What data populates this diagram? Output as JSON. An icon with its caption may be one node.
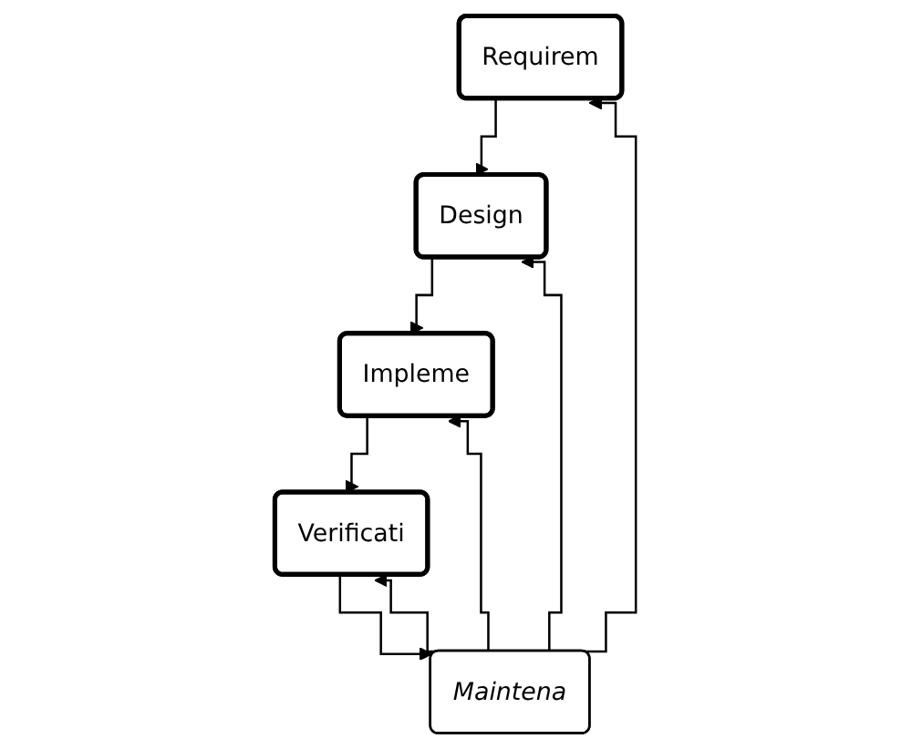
{
  "diagram": {
    "nodes": [
      {
        "text": [
          "Requirem"
        ]
      },
      {
        "text": [
          "Design"
        ]
      },
      {
        "text": [
          "Impleme"
        ]
      },
      {
        "text": [
          "Verificati"
        ]
      },
      {
        "text": [
          "Maintena"
        ]
      }
    ],
    "edges": [
      {
        "from": 0,
        "to": 1,
        "arrow": "to"
      },
      {
        "from": 1,
        "to": 2,
        "arrow": "to"
      },
      {
        "from": 2,
        "to": 3,
        "arrow": "to"
      },
      {
        "from": 3,
        "to": 4,
        "arrow": "to"
      },
      {
        "from": 4,
        "to": 3,
        "arrow": "to"
      },
      {
        "from": 4,
        "to": 2,
        "arrow": "to"
      },
      {
        "from": 4,
        "to": 1,
        "arrow": "to"
      },
      {
        "from": 4,
        "to": 0,
        "arrow": "to"
      }
    ]
  }
}
